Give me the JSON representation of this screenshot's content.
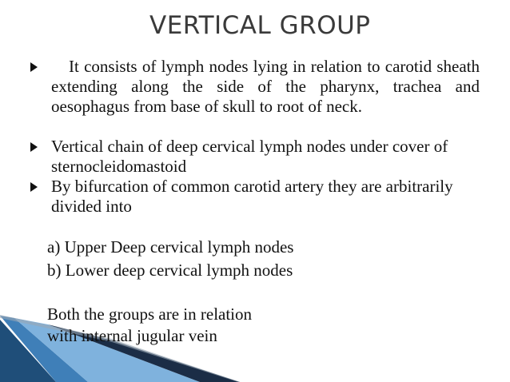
{
  "slide": {
    "title": "VERTICAL GROUP",
    "bullets": [
      {
        "text": "It consists of lymph nodes lying in relation to carotid sheath extending along the side of the pharynx, trachea and oesophagus from base of skull to root of neck."
      },
      {
        "text": "Vertical chain of deep cervical lymph nodes under cover  of sternocleidomastoid"
      },
      {
        "text": "By bifurcation of common carotid artery they are arbitrarily divided into"
      }
    ],
    "subitems": [
      "a) Upper Deep cervical lymph nodes",
      "b) Lower deep cervical lymph nodes"
    ],
    "closing": [
      "Both the groups are in relation",
      "with internal jugular vein"
    ],
    "colors": {
      "title": "#3a3a3a",
      "text": "#111111",
      "accent_dark_blue": "#1f4e79",
      "accent_light_blue": "#4a90c8"
    }
  }
}
